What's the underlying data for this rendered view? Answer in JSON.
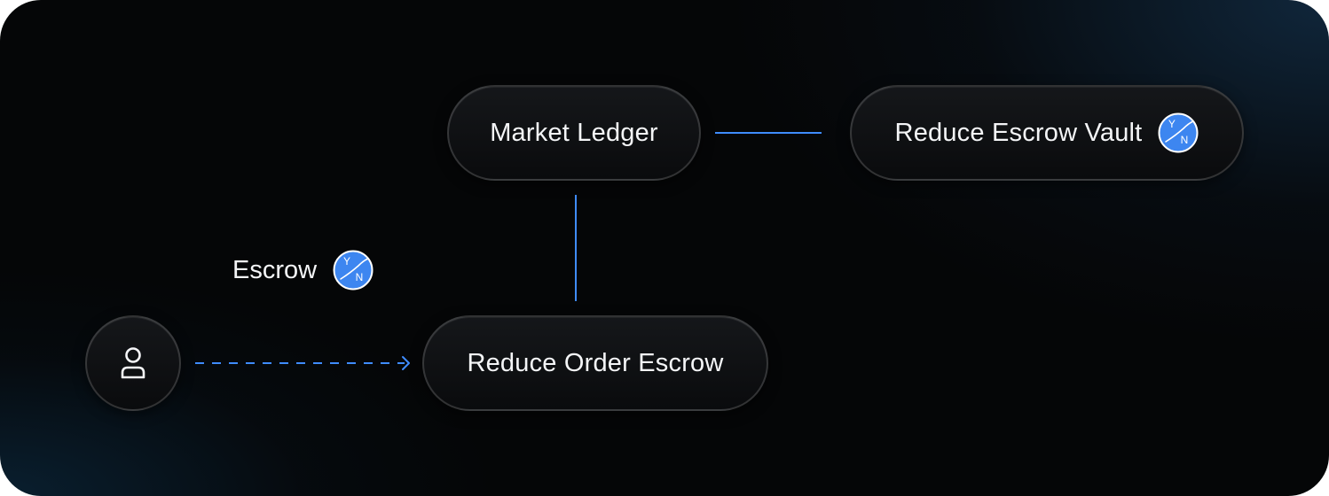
{
  "diagram": {
    "nodes": {
      "market_ledger": {
        "label": "Market Ledger"
      },
      "reduce_escrow_vault": {
        "label": "Reduce Escrow Vault",
        "badge": {
          "top": "Y",
          "bottom": "N"
        }
      },
      "reduce_order_escrow": {
        "label": "Reduce Order Escrow"
      },
      "user": {
        "icon": "user-icon"
      }
    },
    "edges": {
      "user_to_order": {
        "label": "Escrow",
        "style": "dashed-arrow",
        "badge": {
          "top": "Y",
          "bottom": "N"
        }
      },
      "market_to_vault": {
        "style": "solid"
      },
      "market_to_order": {
        "style": "solid"
      }
    },
    "colors": {
      "background": "#050607",
      "connector": "#3f8cff",
      "badge_fill": "#3d86f0",
      "node_text": "#f4f5f7"
    }
  }
}
